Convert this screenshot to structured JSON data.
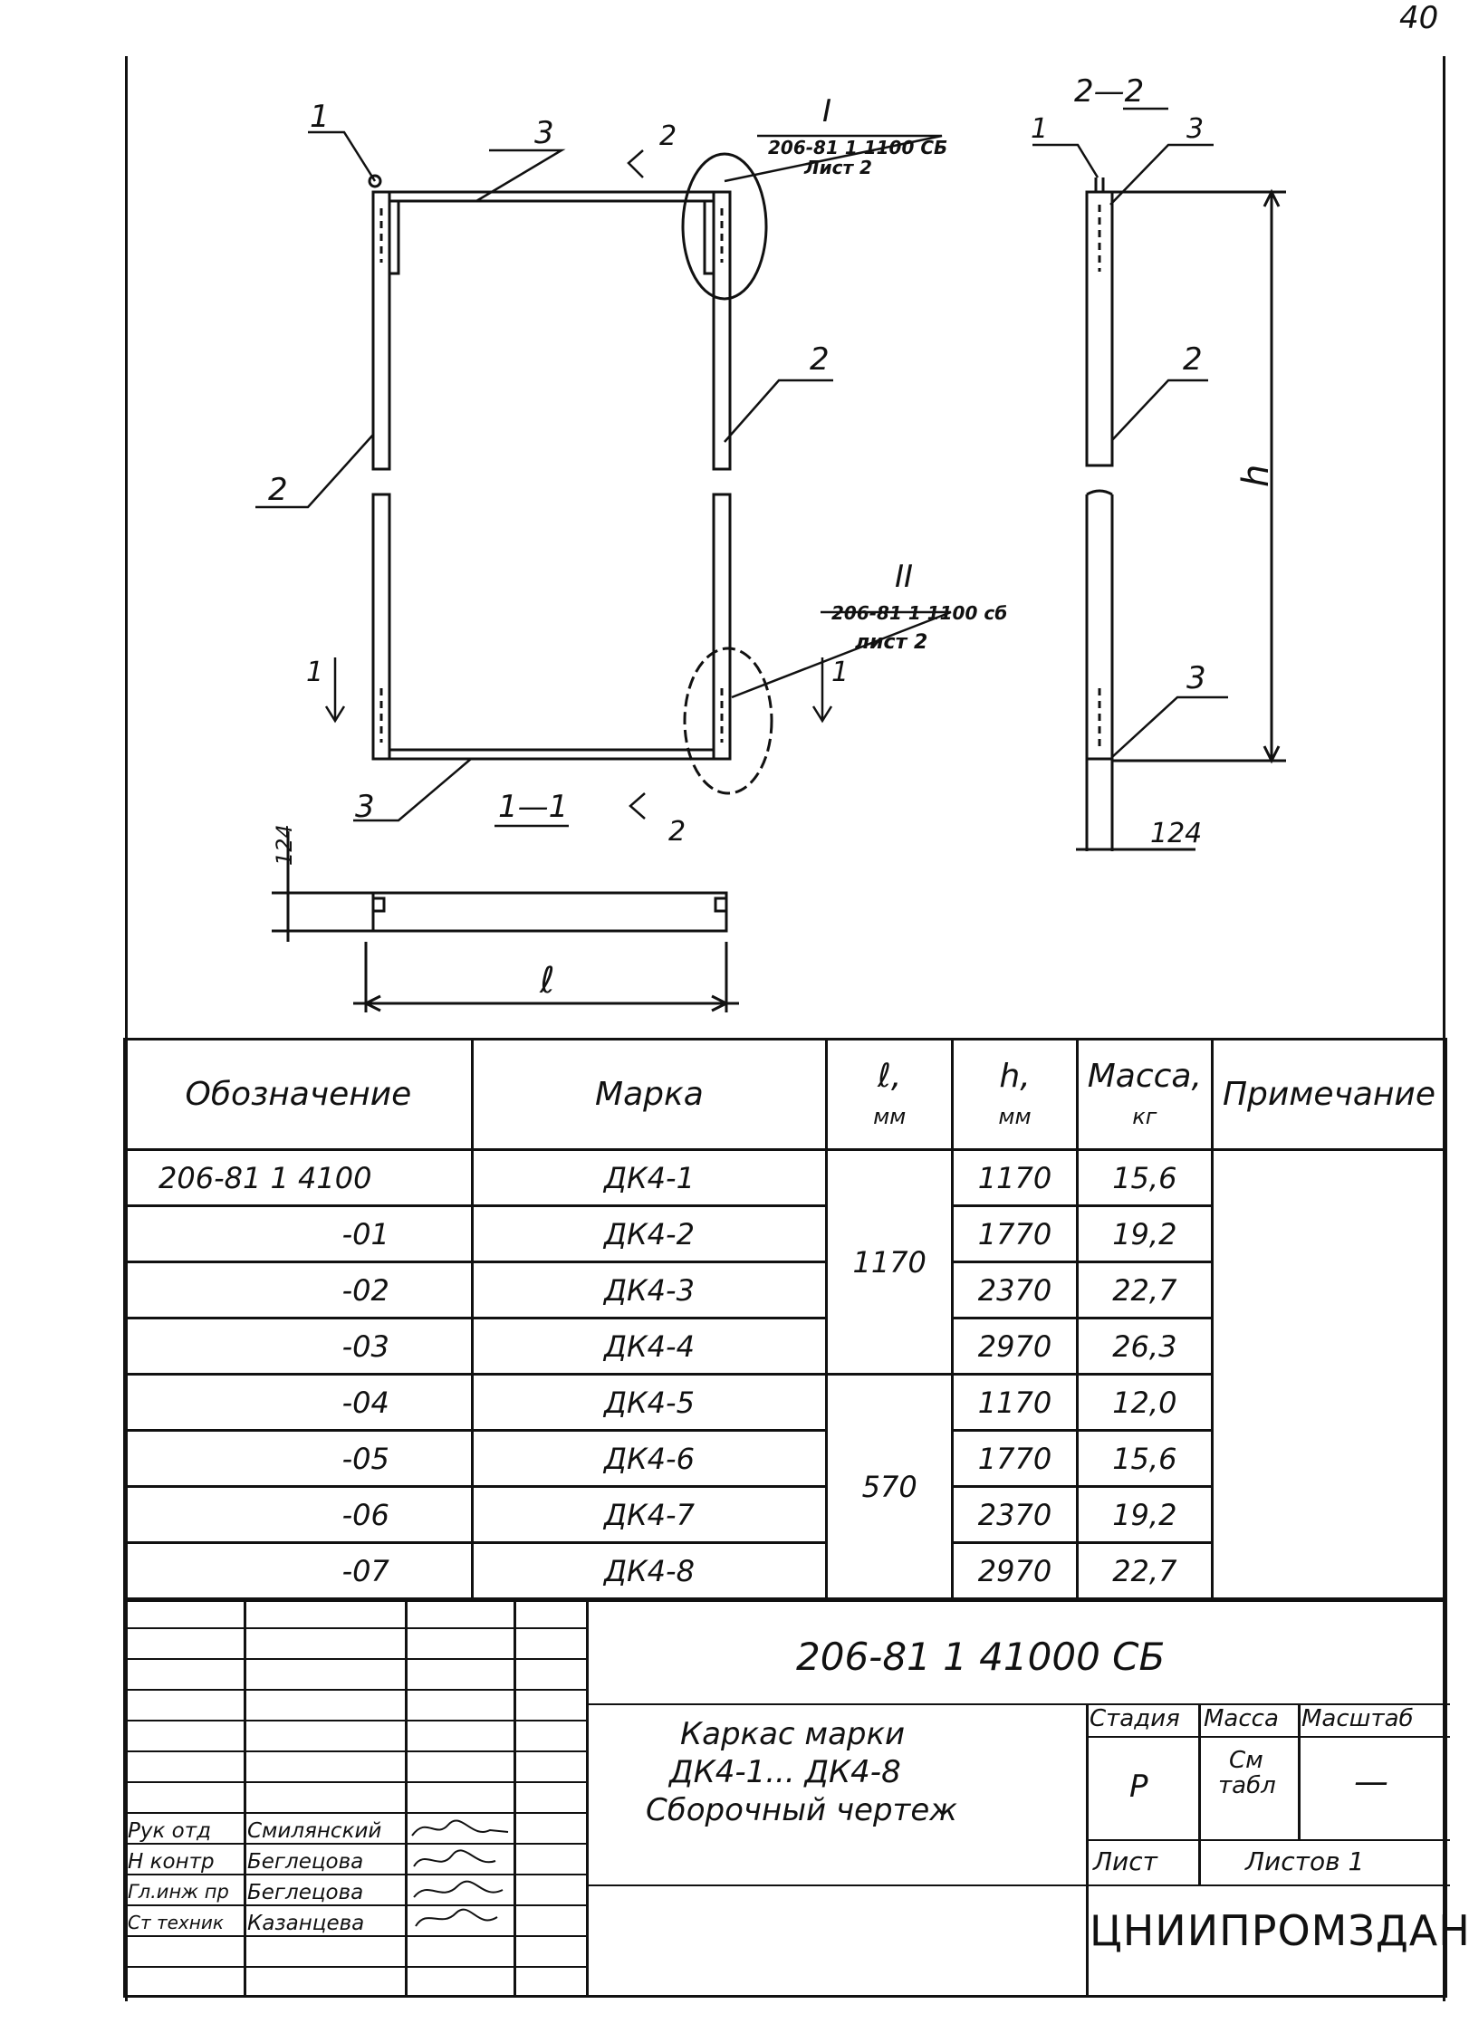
{
  "page_number": "40",
  "drawing": {
    "section_2_2": "2—2",
    "section_1_1": "1—1",
    "detail_1": {
      "numeral": "I",
      "ref": "206-81 1 1100 СБ",
      "sheet": "Лист 2"
    },
    "detail_2": {
      "numeral": "II",
      "ref": "206-81 1 1100 сб",
      "sheet": "лист 2"
    },
    "callouts": {
      "one": "1",
      "two": "2",
      "three": "3"
    },
    "dims": {
      "h": "h",
      "l": "ℓ",
      "depth": "124"
    }
  },
  "spec_table": {
    "headers": {
      "designation": "Обозначение",
      "mark": "Марка",
      "l": "ℓ,",
      "l_unit": "мм",
      "h": "h,",
      "h_unit": "мм",
      "mass": "Масса,",
      "mass_unit": "кг",
      "note": "Примечание"
    },
    "rows": [
      {
        "designation": "206-81 1 4100",
        "mark": "ДК4-1",
        "h": "1170",
        "mass": "15,6"
      },
      {
        "designation": "-01",
        "mark": "ДК4-2",
        "h": "1770",
        "mass": "19,2"
      },
      {
        "designation": "-02",
        "mark": "ДК4-3",
        "h": "2370",
        "mass": "22,7"
      },
      {
        "designation": "-03",
        "mark": "ДК4-4",
        "h": "2970",
        "mass": "26,3"
      },
      {
        "designation": "-04",
        "mark": "ДК4-5",
        "h": "1170",
        "mass": "12,0"
      },
      {
        "designation": "-05",
        "mark": "ДК4-6",
        "h": "1770",
        "mass": "15,6"
      },
      {
        "designation": "-06",
        "mark": "ДК4-7",
        "h": "2370",
        "mass": "19,2"
      },
      {
        "designation": "-07",
        "mark": "ДК4-8",
        "h": "2970",
        "mass": "22,7"
      }
    ],
    "l_group_1": "1170",
    "l_group_2": "570"
  },
  "title_block": {
    "doc_code": "206-81 1 41000 СБ",
    "title_line1": "Каркас марки",
    "title_line2": "ДК4-1... ДК4-8",
    "title_line3": "Сборочный чертеж",
    "stage_label": "Стадия",
    "mass_label": "Масса",
    "scale_label": "Масштаб",
    "stage_value": "Р",
    "mass_value_1": "См",
    "mass_value_2": "табл",
    "scale_value": "—",
    "sheet_label": "Лист",
    "sheets_label": "Листов 1",
    "organization": "ЦНИИПРОМЗДАНИЙ",
    "roles": [
      "Рук отд",
      "Н контр",
      "Гл.инж пр",
      "Ст техник"
    ],
    "names": [
      "Смилянский",
      "Беглецова",
      "Беглецова",
      "Казанцева"
    ]
  }
}
